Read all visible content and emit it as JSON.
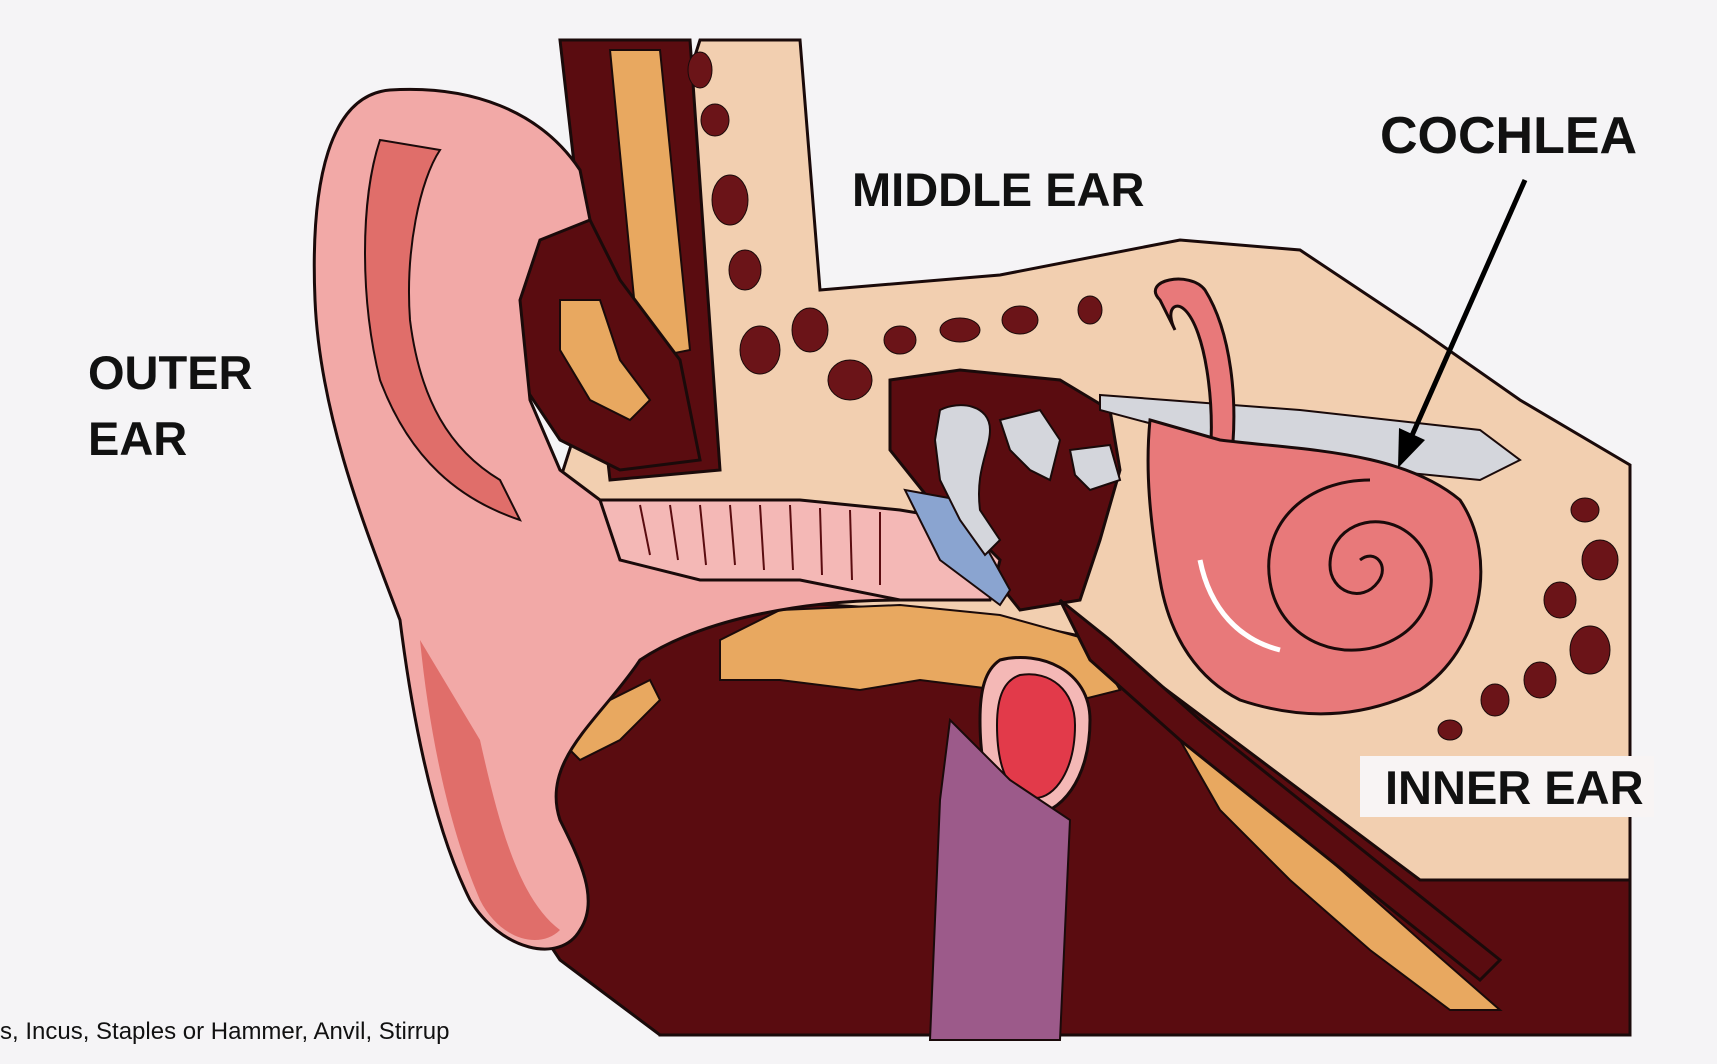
{
  "labels": {
    "outer_ear_line1": "OUTER",
    "outer_ear_line2": "EAR",
    "middle_ear": "MIDDLE EAR",
    "cochlea": "COCHLEA",
    "inner_ear": "INNER EAR"
  },
  "caption": "s, Incus, Staples or Hammer, Anvil, Stirrup",
  "colors": {
    "background": "#f5f4f6",
    "skin": "#f2a9a7",
    "skin_shadow": "#e06e6a",
    "dark_tissue": "#5a0c10",
    "bone": "#f2cfb0",
    "cartilage": "#e8a860",
    "ossicles": "#d4d6dc",
    "eardrum": "#8aa4d0",
    "cochlea": "#e8797a",
    "vessel": "#e23a4a",
    "tube": "#9c5a8a"
  }
}
